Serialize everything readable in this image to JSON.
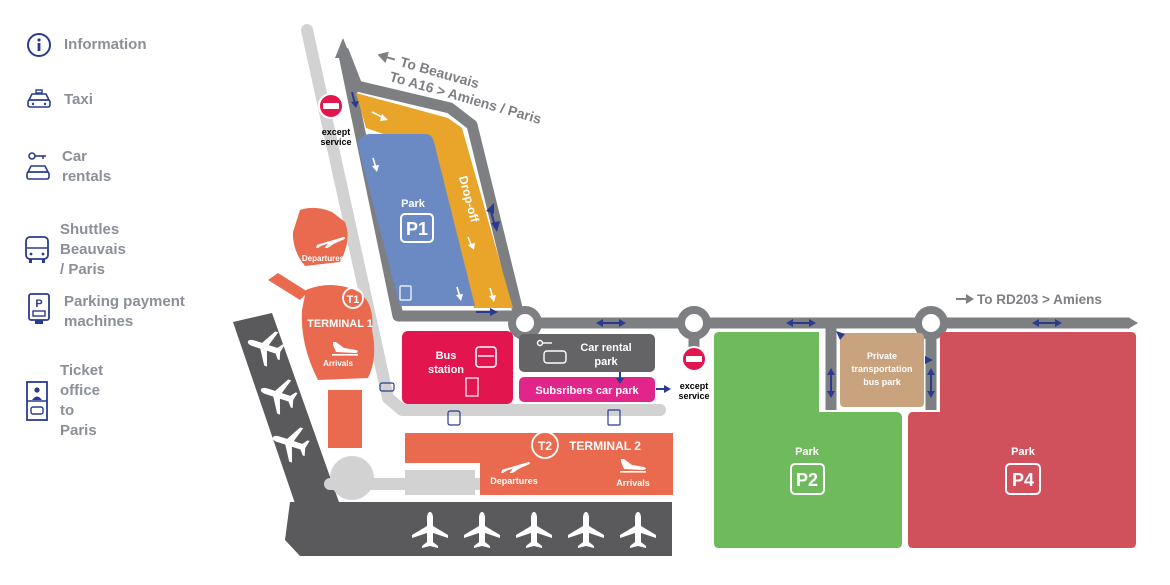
{
  "legend": [
    {
      "icon": "info-icon",
      "label": "Information"
    },
    {
      "icon": "taxi-icon",
      "label": "Taxi"
    },
    {
      "icon": "car-rental-icon",
      "label": "Car rentals"
    },
    {
      "icon": "shuttle-bus-icon",
      "label": "Shuttles Beauvais / Paris"
    },
    {
      "icon": "parking-payment-icon",
      "label": "Parking payment machines"
    },
    {
      "icon": "ticket-office-icon",
      "label": "Ticket office to Paris"
    }
  ],
  "directions": {
    "north_line1": "To Beauvais",
    "north_line2": "To A16 > Amiens / Paris",
    "east": "To RD203 > Amiens"
  },
  "no_entry": {
    "line1": "except",
    "line2": "service"
  },
  "zones": {
    "p1": {
      "label": "Park",
      "code": "P1"
    },
    "dropoff": {
      "label": "Drop-off"
    },
    "terminal1": {
      "badge": "T1",
      "name": "TERMINAL 1",
      "departures": "Departures",
      "arrivals": "Arrivals"
    },
    "bus_station": {
      "line1": "Bus",
      "line2": "station"
    },
    "car_rental_park": {
      "line1": "Car rental",
      "line2": "park"
    },
    "subscribers_park": {
      "label": "Subsribers car park"
    },
    "terminal2": {
      "badge": "T2",
      "name": "TERMINAL 2",
      "departures": "Departures",
      "arrivals": "Arrivals"
    },
    "p2": {
      "label": "Park",
      "code": "P2"
    },
    "bus_park": {
      "line1": "Private",
      "line2": "transportation",
      "line3": "bus park"
    },
    "p4": {
      "label": "Park",
      "code": "P4"
    }
  },
  "colors": {
    "road": "#7d7f83",
    "runway": "#5a5a5c",
    "terminal": "#e96a4f",
    "p1": "#6b8ac4",
    "dropoff": "#e9a42a",
    "bus_station": "#e3154f",
    "car_rental": "#646466",
    "subscribers": "#e2258a",
    "p2": "#6fba5c",
    "p4": "#d0505b",
    "bus_park": "#c9a27e",
    "arrow": "#2a3b8f",
    "no_entry": "#e3154f"
  }
}
